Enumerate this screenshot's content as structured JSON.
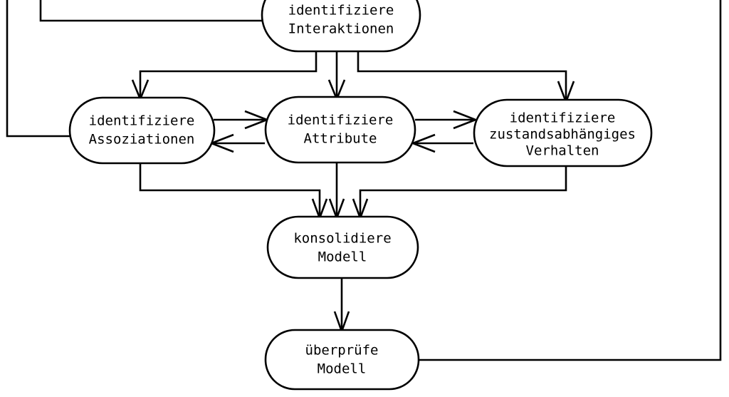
{
  "diagram": {
    "type": "flowchart",
    "language": "de",
    "background_color": "#ffffff",
    "line_color": "#000000",
    "node_fill_color": "#ffffff",
    "nodes": [
      {
        "id": "interaktionen",
        "shape": "rounded-rectangle",
        "lines": [
          "identifiziere",
          "Interaktionen"
        ],
        "line1": "identifiziere",
        "line2": "Interaktionen",
        "line3": ""
      },
      {
        "id": "assoziationen",
        "shape": "rounded-rectangle",
        "lines": [
          "identifiziere",
          "Assoziationen"
        ],
        "line1": "identifiziere",
        "line2": "Assoziationen",
        "line3": ""
      },
      {
        "id": "attribute",
        "shape": "rounded-rectangle",
        "lines": [
          "identifiziere",
          "Attribute"
        ],
        "line1": "identifiziere",
        "line2": "Attribute",
        "line3": ""
      },
      {
        "id": "verhalten",
        "shape": "rounded-rectangle",
        "lines": [
          "identifiziere",
          "zustandsabhängiges",
          "Verhalten"
        ],
        "line1": "identifiziere",
        "line2": "zustandsabhängiges",
        "line3": "Verhalten"
      },
      {
        "id": "konsolidiere",
        "shape": "rounded-rectangle",
        "lines": [
          "konsolidiere",
          "Modell"
        ],
        "line1": "konsolidiere",
        "line2": "Modell",
        "line3": ""
      },
      {
        "id": "ueberpruefe",
        "shape": "rounded-rectangle",
        "lines": [
          "überprüfe",
          "Modell"
        ],
        "line1": "überprüfe",
        "line2": "Modell",
        "line3": ""
      }
    ],
    "edges": [
      {
        "id": "interaktionen-to-assoziationen",
        "from": "interaktionen",
        "to": "assoziationen",
        "arrow": true
      },
      {
        "id": "interaktionen-to-attribute",
        "from": "interaktionen",
        "to": "attribute",
        "arrow": true
      },
      {
        "id": "interaktionen-to-verhalten",
        "from": "interaktionen",
        "to": "verhalten",
        "arrow": true
      },
      {
        "id": "assoziationen-to-attribute",
        "from": "assoziationen",
        "to": "attribute",
        "arrow": true
      },
      {
        "id": "attribute-to-assoziationen",
        "from": "attribute",
        "to": "assoziationen",
        "arrow": true
      },
      {
        "id": "attribute-to-verhalten",
        "from": "attribute",
        "to": "verhalten",
        "arrow": true
      },
      {
        "id": "verhalten-to-attribute",
        "from": "verhalten",
        "to": "attribute",
        "arrow": true
      },
      {
        "id": "assoziationen-to-konsolidiere",
        "from": "assoziationen",
        "to": "konsolidiere",
        "arrow": true
      },
      {
        "id": "attribute-to-konsolidiere",
        "from": "attribute",
        "to": "konsolidiere",
        "arrow": true
      },
      {
        "id": "verhalten-to-konsolidiere",
        "from": "verhalten",
        "to": "konsolidiere",
        "arrow": true
      },
      {
        "id": "konsolidiere-to-ueberpruefe",
        "from": "konsolidiere",
        "to": "ueberpruefe",
        "arrow": true
      },
      {
        "id": "ueberpruefe-feedback-right",
        "from": "ueberpruefe",
        "to": "off-page-right",
        "arrow": false
      },
      {
        "id": "feedback-left-to-assoziationen",
        "from": "off-page-left",
        "to": "assoziationen",
        "arrow": false
      },
      {
        "id": "feedback-top-to-interaktionen",
        "from": "off-page-top",
        "to": "interaktionen",
        "arrow": false
      }
    ]
  }
}
